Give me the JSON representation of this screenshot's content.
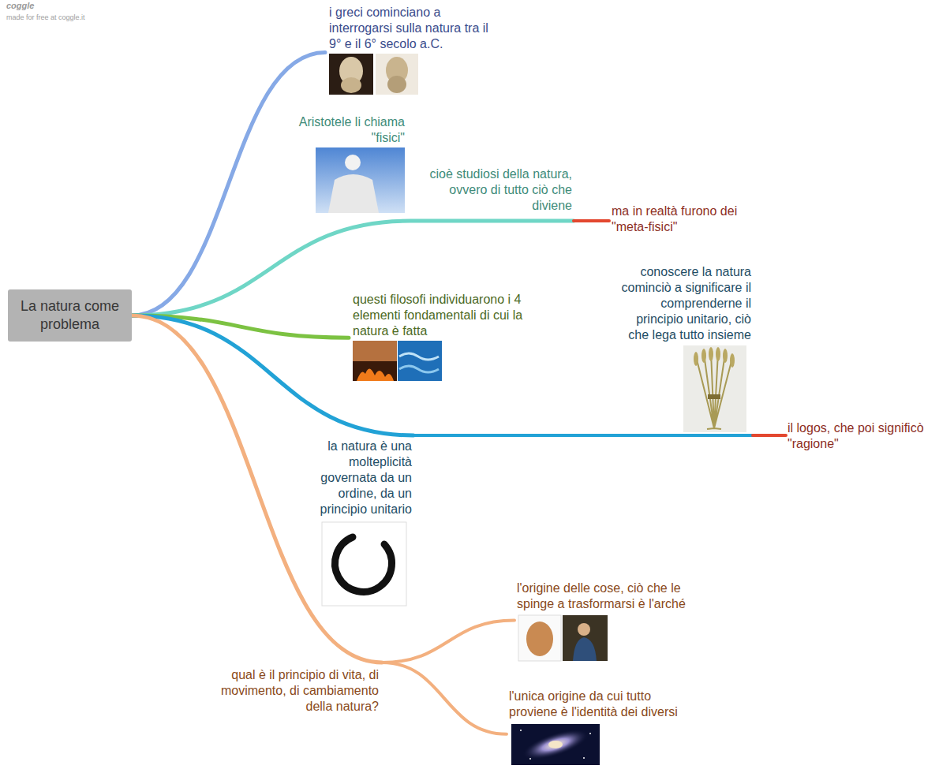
{
  "diagram": {
    "nodes": [
      {
        "text": [
          "La natura come problema"
        ]
      },
      {
        "text": [
          "i greci cominciano a interrogarsi sulla natura tra il 9° e il 6° secolo a.C."
        ]
      },
      {
        "text": [
          "Aristotele li chiama \"fisici\"",
          "cioè studiosi della natura, ovvero di tutto ciò che diviene"
        ]
      },
      {
        "text": [
          "ma in realtà furono dei \"meta-fisici\""
        ]
      },
      {
        "text": [
          "questi filosofi individuarono i 4 elementi fondamentali di cui la natura è fatta"
        ]
      },
      {
        "text": [
          "la natura è una molteplicità governata da un ordine, da un principio unitario"
        ]
      },
      {
        "text": [
          "conoscere la natura cominciò a significare il comprenderne il principio unitario, ciò che lega tutto insieme"
        ]
      },
      {
        "text": [
          "il logos, che poi significò \"ragione\""
        ]
      },
      {
        "text": [
          "qual è il principio di vita, di movimento, di cambiamento della natura?"
        ]
      },
      {
        "text": [
          "l'origine delle cose, ciò che le spinge a trasformarsi è l'arché"
        ]
      },
      {
        "text": [
          "l'unica origine da cui tutto proviene è l'identità dei diversi"
        ]
      }
    ],
    "edges": [
      {
        "from": 0,
        "to": 1,
        "arrow": "none"
      },
      {
        "from": 0,
        "to": 2,
        "arrow": "none"
      },
      {
        "from": 2,
        "to": 3,
        "arrow": "none"
      },
      {
        "from": 0,
        "to": 4,
        "arrow": "none"
      },
      {
        "from": 0,
        "to": 5,
        "arrow": "none"
      },
      {
        "from": 5,
        "to": 6,
        "arrow": "none"
      },
      {
        "from": 6,
        "to": 7,
        "arrow": "none"
      },
      {
        "from": 0,
        "to": 8,
        "arrow": "none"
      },
      {
        "from": 8,
        "to": 9,
        "arrow": "none"
      },
      {
        "from": 8,
        "to": 10,
        "arrow": "none"
      }
    ],
    "labels": [
      "coggle",
      "made for free at coggle.it"
    ]
  }
}
